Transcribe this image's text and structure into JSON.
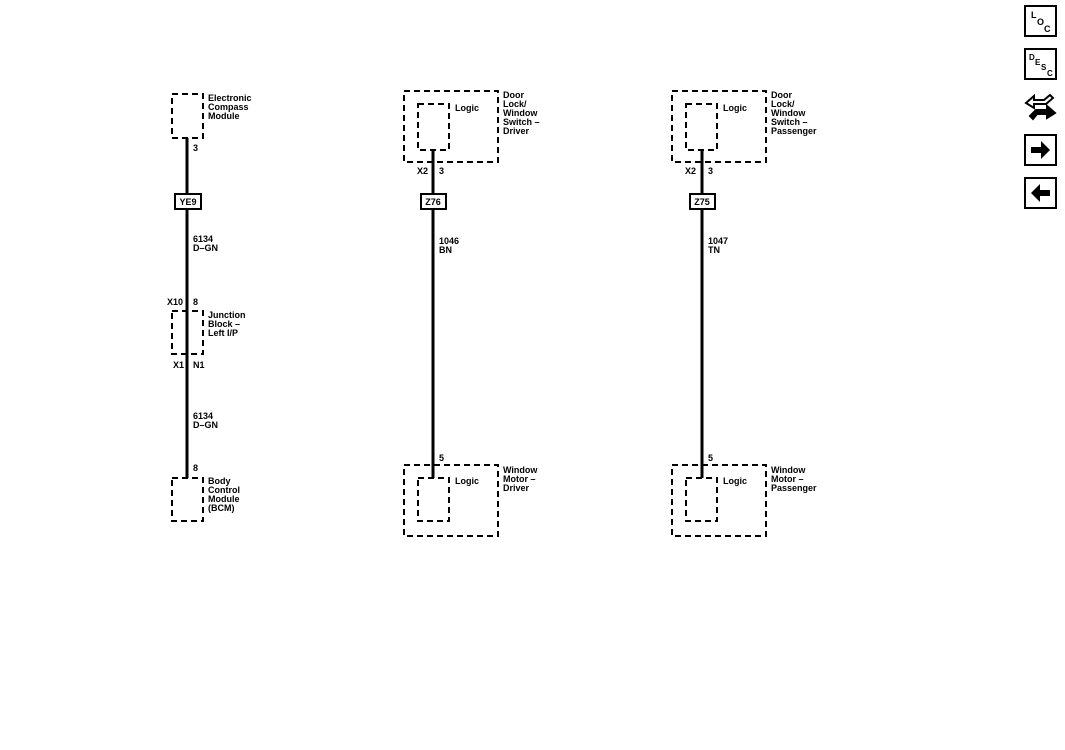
{
  "nav": {
    "loc_letters": [
      "L",
      "O",
      "C"
    ],
    "desc_letters": [
      "D",
      "E",
      "S",
      "C"
    ]
  },
  "diagram": {
    "circuit1": {
      "top_component": [
        "Electronic",
        "Compass",
        "Module"
      ],
      "top_pin": "3",
      "splice_label": "YE9",
      "wire_upper": [
        "6134",
        "D–GN"
      ],
      "junction_upper_connector": "X10",
      "junction_upper_pin": "8",
      "junction_component": [
        "Junction",
        "Block –",
        "Left I/P"
      ],
      "junction_lower_connector": "X1",
      "junction_lower_pin": "N1",
      "wire_lower": [
        "6134",
        "D–GN"
      ],
      "bottom_pin": "8",
      "bottom_component": [
        "Body",
        "Control",
        "Module",
        "(BCM)"
      ]
    },
    "circuit2": {
      "top_component": [
        "Door",
        "Lock/",
        "Window",
        "Switch –",
        "Driver"
      ],
      "top_inner": "Logic",
      "top_connector": "X2",
      "top_pin": "3",
      "splice_label": "Z76",
      "wire": [
        "1046",
        "BN"
      ],
      "bottom_pin": "5",
      "bottom_inner": "Logic",
      "bottom_component": [
        "Window",
        "Motor –",
        "Driver"
      ]
    },
    "circuit3": {
      "top_component": [
        "Door",
        "Lock/",
        "Window",
        "Switch –",
        "Passenger"
      ],
      "top_inner": "Logic",
      "top_connector": "X2",
      "top_pin": "3",
      "splice_label": "Z75",
      "wire": [
        "1047",
        "TN"
      ],
      "bottom_pin": "5",
      "bottom_inner": "Logic",
      "bottom_component": [
        "Window",
        "Motor –",
        "Passenger"
      ]
    }
  }
}
